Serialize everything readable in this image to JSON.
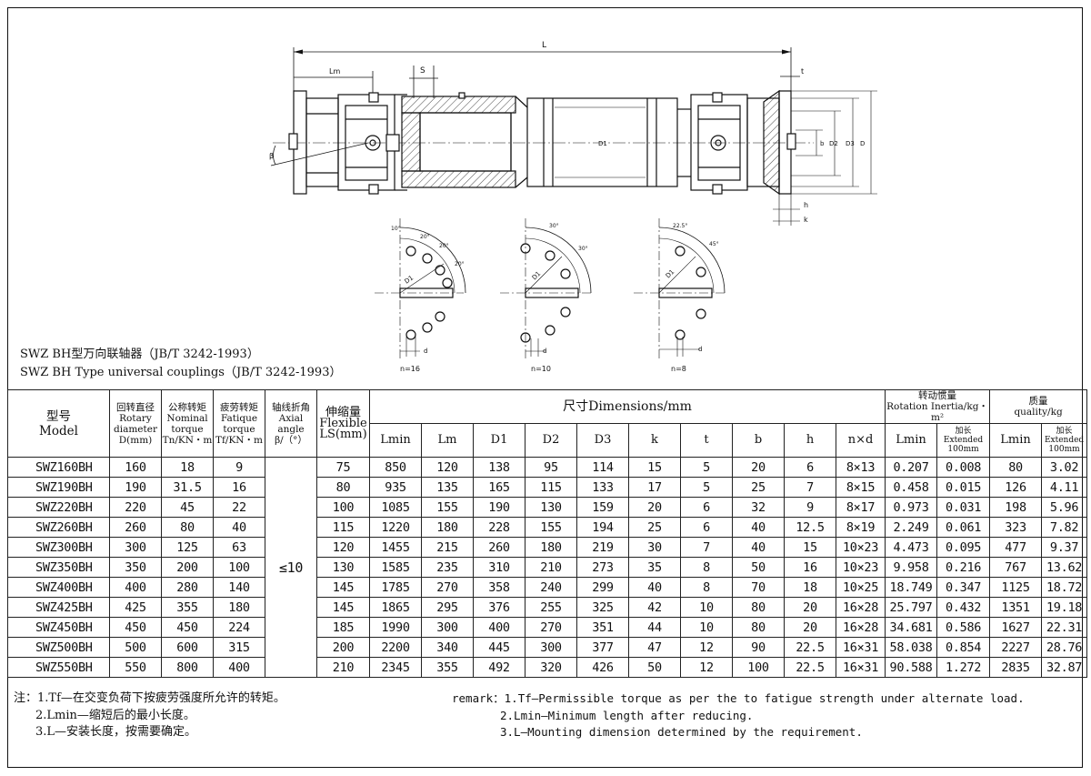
{
  "drawing": {
    "dim_L": "L",
    "dim_Lm": "Lm",
    "dim_S": "S",
    "dim_t": "t",
    "dim_h": "h",
    "dim_k": "k",
    "dim_b": "b",
    "dim_D": "D",
    "dim_D1": "D1",
    "dim_D2": "D2",
    "dim_D3": "D3",
    "dim_beta": "β",
    "flanges": [
      {
        "n_label": "n=16",
        "angles": [
          "10°",
          "20°",
          "20°",
          "20°"
        ],
        "d_label": "d",
        "D1_label": "D1"
      },
      {
        "n_label": "n=10",
        "angles": [
          "30°",
          "30°"
        ],
        "d_label": "d",
        "D1_label": "D1"
      },
      {
        "n_label": "n=8",
        "angles": [
          "22.5°",
          "45°"
        ],
        "d_label": "d",
        "D1_label": "D1"
      }
    ]
  },
  "caption": {
    "cn": "SWZ BH型万向联轴器（JB/T 3242-1993）",
    "en": "SWZ BH Type universal couplings（JB/T 3242-1993）"
  },
  "table": {
    "headers": {
      "model_cn": "型号",
      "model_en": "Model",
      "rot_cn": "回转直径",
      "rot_en1": "Rotary",
      "rot_en2": "diameter",
      "rot_en3": "D(mm)",
      "nom_cn": "公称转矩",
      "nom_en1": "Nominal",
      "nom_en2": "torque",
      "nom_en3": "Tn/KN・m",
      "fat_cn": "疲劳转矩",
      "fat_en1": "Fatique",
      "fat_en2": "torque",
      "fat_en3": "Tf/KN・m",
      "axial_cn": "轴线折角",
      "axial_en1": "Axial angle",
      "axial_en2": "β/（°）",
      "flex_cn": "伸缩量",
      "flex_en1": "Flexible",
      "flex_en2": "LS(mm)",
      "dims": "尺寸Dimensions/mm",
      "inertia_cn": "转动惯量",
      "inertia_en": "Rotation Inertia/kg・m²",
      "quality_cn": "质量",
      "quality_en": "quality/kg",
      "lmin": "Lmin",
      "lm": "Lm",
      "d1": "D1",
      "d2": "D2",
      "d3": "D3",
      "k": "k",
      "t": "t",
      "b": "b",
      "h": "h",
      "nxd": "n×d",
      "inertia_lmin": "Lmin",
      "ext_cn": "加长",
      "ext_en1": "Extended",
      "ext_en2": "100mm",
      "mass_lmin": "Lmin"
    },
    "axial_value": "≤10",
    "rows": [
      [
        "SWZ160BH",
        "160",
        "18",
        "9",
        "75",
        "850",
        "120",
        "138",
        "95",
        "114",
        "15",
        "5",
        "20",
        "6",
        "8×13",
        "0.207",
        "0.008",
        "80",
        "3.02"
      ],
      [
        "SWZ190BH",
        "190",
        "31.5",
        "16",
        "80",
        "935",
        "135",
        "165",
        "115",
        "133",
        "17",
        "5",
        "25",
        "7",
        "8×15",
        "0.458",
        "0.015",
        "126",
        "4.11"
      ],
      [
        "SWZ220BH",
        "220",
        "45",
        "22",
        "100",
        "1085",
        "155",
        "190",
        "130",
        "159",
        "20",
        "6",
        "32",
        "9",
        "8×17",
        "0.973",
        "0.031",
        "198",
        "5.96"
      ],
      [
        "SWZ260BH",
        "260",
        "80",
        "40",
        "115",
        "1220",
        "180",
        "228",
        "155",
        "194",
        "25",
        "6",
        "40",
        "12.5",
        "8×19",
        "2.249",
        "0.061",
        "323",
        "7.82"
      ],
      [
        "SWZ300BH",
        "300",
        "125",
        "63",
        "120",
        "1455",
        "215",
        "260",
        "180",
        "219",
        "30",
        "7",
        "40",
        "15",
        "10×23",
        "4.473",
        "0.095",
        "477",
        "9.37"
      ],
      [
        "SWZ350BH",
        "350",
        "200",
        "100",
        "130",
        "1585",
        "235",
        "310",
        "210",
        "273",
        "35",
        "8",
        "50",
        "16",
        "10×23",
        "9.958",
        "0.216",
        "767",
        "13.62"
      ],
      [
        "SWZ400BH",
        "400",
        "280",
        "140",
        "145",
        "1785",
        "270",
        "358",
        "240",
        "299",
        "40",
        "8",
        "70",
        "18",
        "10×25",
        "18.749",
        "0.347",
        "1125",
        "18.72"
      ],
      [
        "SWZ425BH",
        "425",
        "355",
        "180",
        "145",
        "1865",
        "295",
        "376",
        "255",
        "325",
        "42",
        "10",
        "80",
        "20",
        "16×28",
        "25.797",
        "0.432",
        "1351",
        "19.18"
      ],
      [
        "SWZ450BH",
        "450",
        "450",
        "224",
        "185",
        "1990",
        "300",
        "400",
        "270",
        "351",
        "44",
        "10",
        "80",
        "20",
        "16×28",
        "34.681",
        "0.586",
        "1627",
        "22.31"
      ],
      [
        "SWZ500BH",
        "500",
        "600",
        "315",
        "200",
        "2200",
        "340",
        "445",
        "300",
        "377",
        "47",
        "12",
        "90",
        "22.5",
        "16×31",
        "58.038",
        "0.854",
        "2227",
        "28.76"
      ],
      [
        "SWZ550BH",
        "550",
        "800",
        "400",
        "210",
        "2345",
        "355",
        "492",
        "320",
        "426",
        "50",
        "12",
        "100",
        "22.5",
        "16×31",
        "90.588",
        "1.272",
        "2835",
        "32.87"
      ]
    ]
  },
  "notes": {
    "cn": [
      "注：1.Tf—在交变负荷下按疲劳强度所允许的转矩。",
      "2.Lmin—缩短后的最小长度。",
      "3.L—安装长度，按需要确定。"
    ],
    "en": [
      "remark：1.Tf—Permissible torque as per the to fatigue strength under alternate load.",
      "2.Lmin—Minimum length after reducing.",
      "3.L—Mounting dimension determined by the requirement."
    ]
  }
}
